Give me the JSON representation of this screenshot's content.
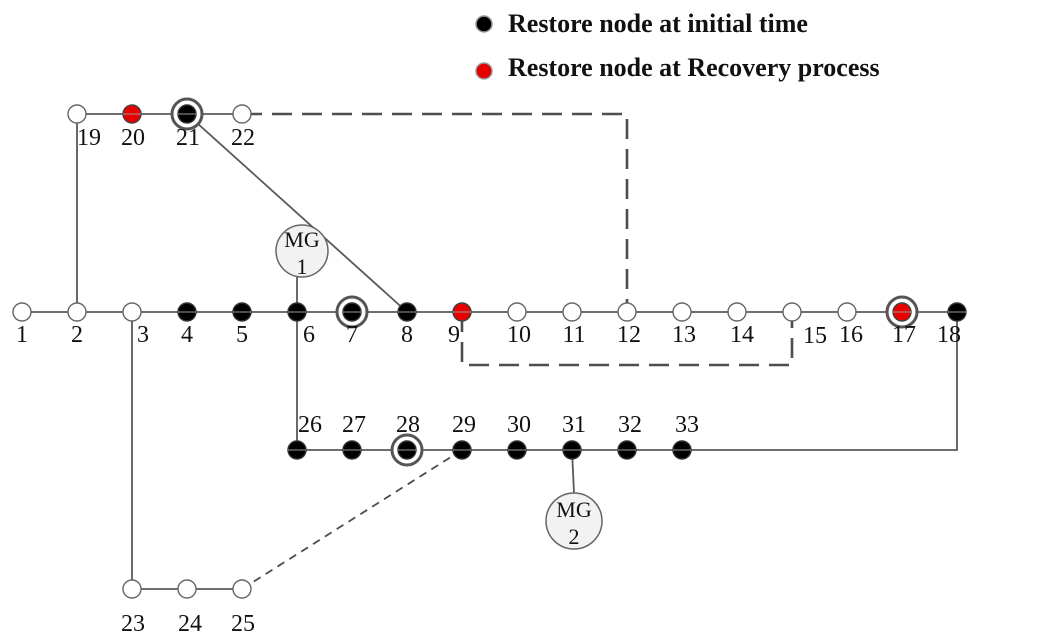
{
  "legend": {
    "initial_label": "Restore node at initial time",
    "recovery_label": "Restore node at Recovery process",
    "initial_color": "#000000",
    "recovery_color": "#e60000"
  },
  "colors": {
    "line": "#595959",
    "tie_line": "#4d4d4d",
    "open_node_fill": "#ffffff",
    "open_node_stroke": "#666666",
    "mg_fill": "#f2f2f2"
  },
  "microgrids": [
    {
      "id": "mg1",
      "line1": "MG",
      "line2": "1",
      "connected_to": "6"
    },
    {
      "id": "mg2",
      "line1": "MG",
      "line2": "2",
      "connected_to": "31"
    }
  ],
  "nodes": [
    {
      "id": "1",
      "label": "1",
      "state": "open",
      "dg": false
    },
    {
      "id": "2",
      "label": "2",
      "state": "open",
      "dg": false
    },
    {
      "id": "3",
      "label": "3",
      "state": "open",
      "dg": false
    },
    {
      "id": "4",
      "label": "4",
      "state": "initial",
      "dg": false
    },
    {
      "id": "5",
      "label": "5",
      "state": "initial",
      "dg": false
    },
    {
      "id": "6",
      "label": "6",
      "state": "initial",
      "dg": false
    },
    {
      "id": "7",
      "label": "7",
      "state": "initial",
      "dg": true
    },
    {
      "id": "8",
      "label": "8",
      "state": "initial",
      "dg": false
    },
    {
      "id": "9",
      "label": "9",
      "state": "recovery",
      "dg": false
    },
    {
      "id": "10",
      "label": "10",
      "state": "open",
      "dg": false
    },
    {
      "id": "11",
      "label": "11",
      "state": "open",
      "dg": false
    },
    {
      "id": "12",
      "label": "12",
      "state": "open",
      "dg": false
    },
    {
      "id": "13",
      "label": "13",
      "state": "open",
      "dg": false
    },
    {
      "id": "14",
      "label": "14",
      "state": "open",
      "dg": false
    },
    {
      "id": "15",
      "label": "15",
      "state": "open",
      "dg": false
    },
    {
      "id": "16",
      "label": "16",
      "state": "open",
      "dg": false
    },
    {
      "id": "17",
      "label": "17",
      "state": "recovery",
      "dg": true
    },
    {
      "id": "18",
      "label": "18",
      "state": "initial",
      "dg": false
    },
    {
      "id": "19",
      "label": "19",
      "state": "open",
      "dg": false
    },
    {
      "id": "20",
      "label": "20",
      "state": "recovery",
      "dg": false
    },
    {
      "id": "21",
      "label": "21",
      "state": "initial",
      "dg": true
    },
    {
      "id": "22",
      "label": "22",
      "state": "open",
      "dg": false
    },
    {
      "id": "23",
      "label": "23",
      "state": "open",
      "dg": false
    },
    {
      "id": "24",
      "label": "24",
      "state": "open",
      "dg": false
    },
    {
      "id": "25",
      "label": "25",
      "state": "open",
      "dg": false
    },
    {
      "id": "26",
      "label": "26",
      "state": "initial",
      "dg": false
    },
    {
      "id": "27",
      "label": "27",
      "state": "initial",
      "dg": false
    },
    {
      "id": "28",
      "label": "28",
      "state": "initial",
      "dg": true
    },
    {
      "id": "29",
      "label": "29",
      "state": "initial",
      "dg": false
    },
    {
      "id": "30",
      "label": "30",
      "state": "initial",
      "dg": false
    },
    {
      "id": "31",
      "label": "31",
      "state": "initial",
      "dg": false
    },
    {
      "id": "32",
      "label": "32",
      "state": "initial",
      "dg": false
    },
    {
      "id": "33",
      "label": "33",
      "state": "initial",
      "dg": false
    }
  ],
  "lines": [
    {
      "from": "1",
      "to": "2",
      "type": "solid"
    },
    {
      "from": "2",
      "to": "3",
      "type": "solid"
    },
    {
      "from": "3",
      "to": "4",
      "type": "solid"
    },
    {
      "from": "4",
      "to": "5",
      "type": "solid"
    },
    {
      "from": "5",
      "to": "6",
      "type": "solid"
    },
    {
      "from": "6",
      "to": "7",
      "type": "solid"
    },
    {
      "from": "7",
      "to": "8",
      "type": "solid"
    },
    {
      "from": "8",
      "to": "9",
      "type": "solid"
    },
    {
      "from": "9",
      "to": "10",
      "type": "solid"
    },
    {
      "from": "10",
      "to": "11",
      "type": "solid"
    },
    {
      "from": "11",
      "to": "12",
      "type": "solid"
    },
    {
      "from": "12",
      "to": "13",
      "type": "solid"
    },
    {
      "from": "13",
      "to": "14",
      "type": "solid"
    },
    {
      "from": "14",
      "to": "15",
      "type": "solid"
    },
    {
      "from": "15",
      "to": "16",
      "type": "solid"
    },
    {
      "from": "16",
      "to": "17",
      "type": "solid"
    },
    {
      "from": "17",
      "to": "18",
      "type": "solid"
    },
    {
      "from": "2",
      "to": "19",
      "type": "solid"
    },
    {
      "from": "19",
      "to": "20",
      "type": "solid"
    },
    {
      "from": "20",
      "to": "21",
      "type": "solid"
    },
    {
      "from": "21",
      "to": "22",
      "type": "solid"
    },
    {
      "from": "3",
      "to": "23",
      "type": "solid"
    },
    {
      "from": "23",
      "to": "24",
      "type": "solid"
    },
    {
      "from": "24",
      "to": "25",
      "type": "solid"
    },
    {
      "from": "6",
      "to": "26",
      "type": "solid"
    },
    {
      "from": "26",
      "to": "27",
      "type": "solid"
    },
    {
      "from": "27",
      "to": "28",
      "type": "solid"
    },
    {
      "from": "28",
      "to": "29",
      "type": "solid"
    },
    {
      "from": "29",
      "to": "30",
      "type": "solid"
    },
    {
      "from": "30",
      "to": "31",
      "type": "solid"
    },
    {
      "from": "31",
      "to": "32",
      "type": "solid"
    },
    {
      "from": "32",
      "to": "33",
      "type": "solid"
    },
    {
      "from": "33",
      "to": "18",
      "type": "solid"
    },
    {
      "from": "21",
      "to": "8",
      "type": "solid"
    },
    {
      "from": "22",
      "to": "12",
      "type": "tie"
    },
    {
      "from": "9",
      "to": "15",
      "type": "tie"
    },
    {
      "from": "25",
      "to": "29",
      "type": "tie"
    }
  ]
}
